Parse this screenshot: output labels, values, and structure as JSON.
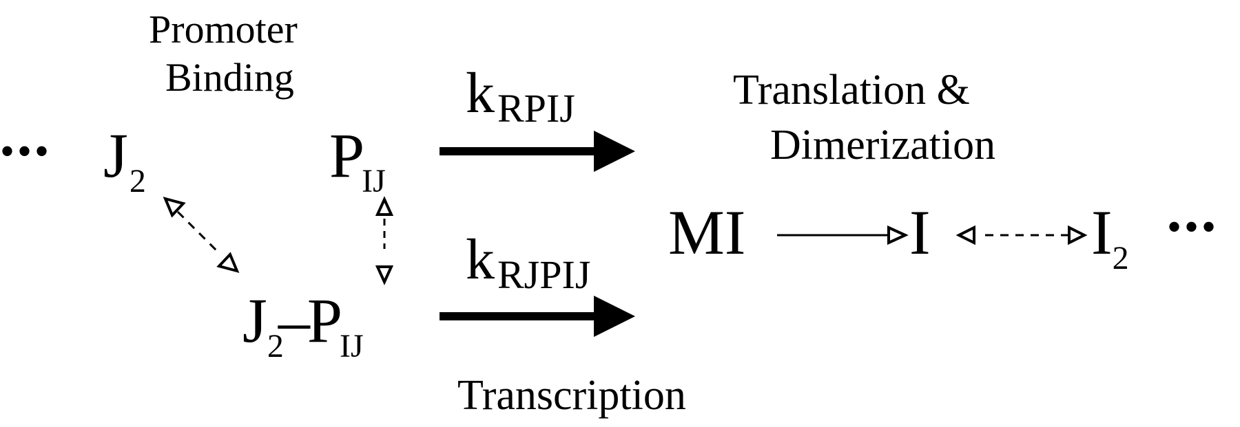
{
  "labels": {
    "promoter_line1": "Promoter",
    "promoter_line2": "Binding",
    "translation_line1": "Translation &",
    "translation_line2": "Dimerization",
    "transcription": "Transcription"
  },
  "species": {
    "ellipsis_left": "•••",
    "ellipsis_right": "•••",
    "j2_base": "J",
    "j2_sub": "2",
    "pij_base": "P",
    "pij_sub": "IJ",
    "complex_j_base": "J",
    "complex_j_sub": "2",
    "complex_dash": "–",
    "complex_p_base": "P",
    "complex_p_sub": "IJ",
    "mi": "MI",
    "i": "I",
    "i2_base": "I",
    "i2_sub": "2"
  },
  "rates": {
    "k1_base": "k",
    "k1_sub": "RPIJ",
    "k2_base": "k",
    "k2_sub": "RJPIJ"
  },
  "colors": {
    "ink": "#000000",
    "background": "#ffffff"
  }
}
